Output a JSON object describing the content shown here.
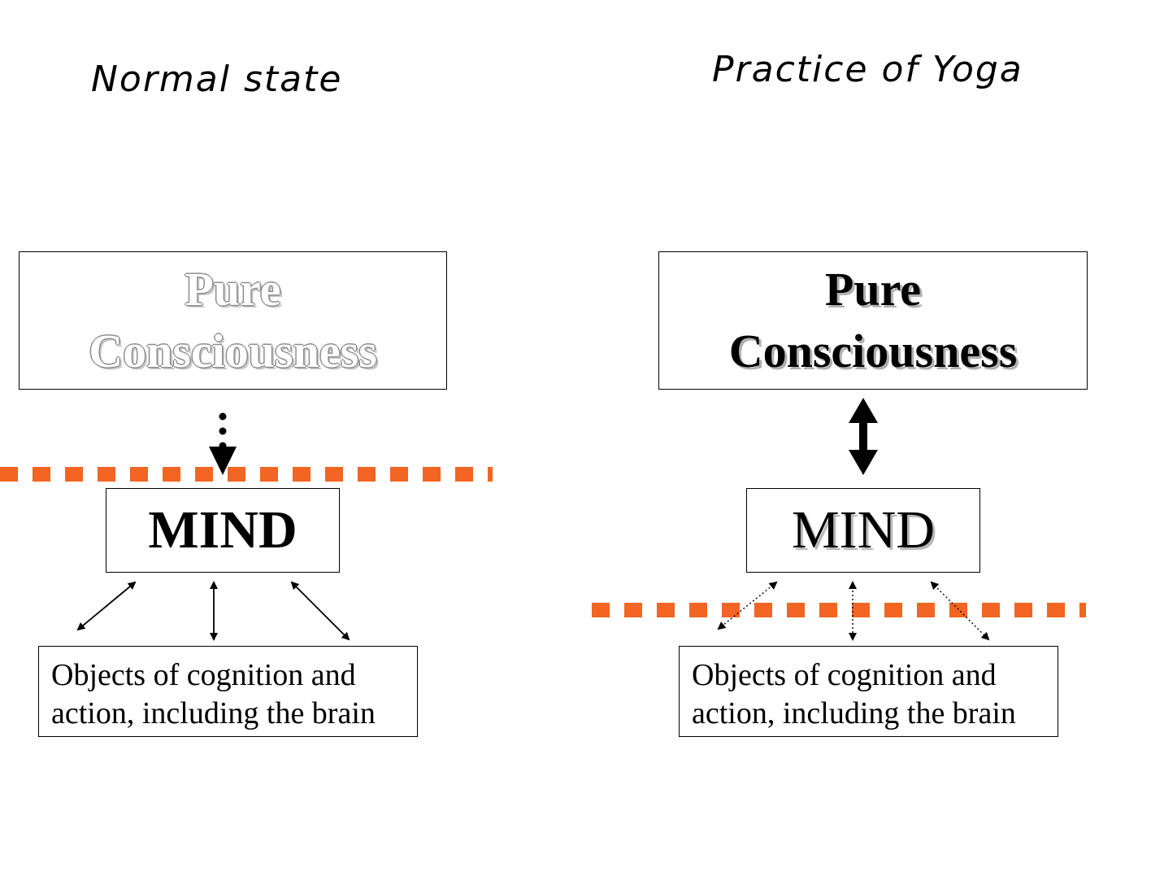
{
  "left_panel": {
    "title": "Normal state",
    "pure_consciousness": [
      "Pure",
      "Consciousness"
    ],
    "mind": "MIND",
    "objects": [
      "Objects of cognition and",
      "action, including the brain"
    ]
  },
  "right_panel": {
    "title": "Practice of Yoga",
    "pure_consciousness": [
      "Pure",
      "Consciousness"
    ],
    "mind": "MIND",
    "objects": [
      "Objects of cognition and",
      "action, including the brain"
    ]
  },
  "colors": {
    "barrier_line": "#f26522",
    "text": "#000000",
    "faded_outline": "#8c8c8c"
  }
}
